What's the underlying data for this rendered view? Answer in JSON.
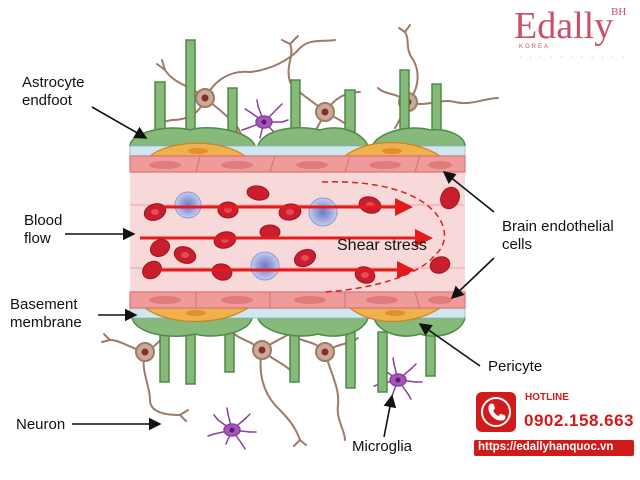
{
  "labels": {
    "astrocyte": [
      "Astrocyte",
      "endfoot"
    ],
    "blood_flow": [
      "Blood",
      "flow"
    ],
    "basement": [
      "Basement",
      "membrane"
    ],
    "neuron": "Neuron",
    "shear_stress": "Shear stress",
    "brain_endothelial": [
      "Brain endothelial",
      "cells"
    ],
    "pericyte": "Pericyte",
    "microglia": "Microglia"
  },
  "brand": {
    "name": "Edally",
    "superscript": "BH",
    "subtitle": "KOREA",
    "hotline_label": "HOTLINE",
    "hotline_number": "0902.158.663",
    "website": "https://edallyhanquoc.vn"
  },
  "colors": {
    "vessel": "#f8d9d9",
    "endothelial": "#ef9b9b",
    "endothelial_border": "#d97878",
    "basement_membrane": "#cfe7ee",
    "astrocyte": "#86b97a",
    "astrocyte_border": "#4f8a47",
    "pericyte": "#f1b04e",
    "rbc": "#c81e2e",
    "wbc": "#8c98d6",
    "arrow": "#e31b1b",
    "neuron": "#9e7a67",
    "microglia": "#8b3f9f",
    "brand": "#c8506a",
    "hotline": "#d11b1b"
  }
}
